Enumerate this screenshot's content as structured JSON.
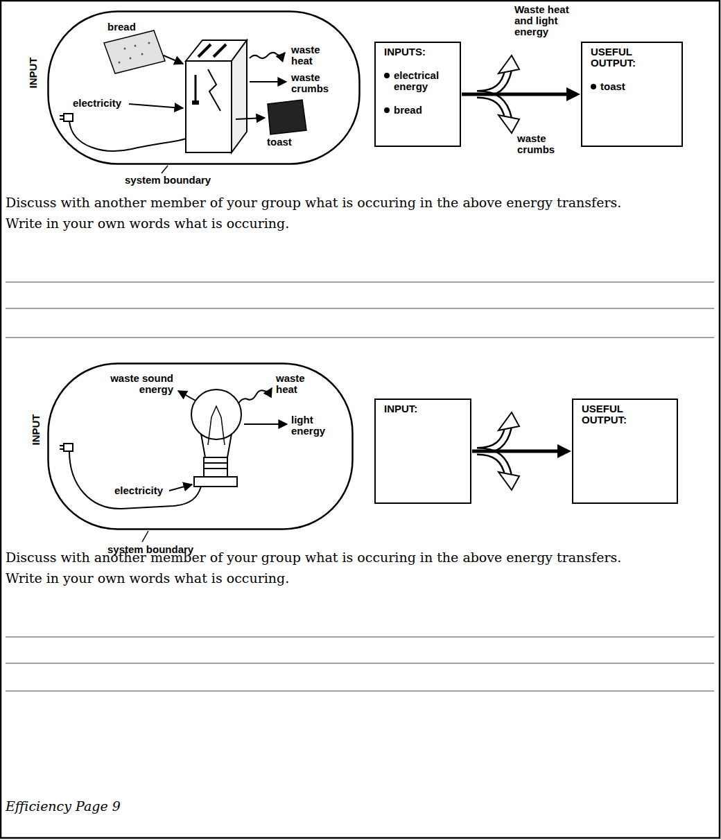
{
  "diagram": {
    "nodes": [
      {
        "text": [
          "bread",
          "electricity",
          "waste heat",
          "waste crumbs",
          "toast"
        ]
      },
      {
        "text": [
          "INPUTS:",
          "electrical energy",
          "bread"
        ]
      },
      {
        "text": [
          "USEFUL OUTPUT:",
          "toast"
        ]
      },
      {
        "text": [
          "waste sound energy",
          "waste heat",
          "light energy",
          "electricity"
        ]
      },
      {
        "text": [
          "INPUT:"
        ]
      },
      {
        "text": [
          "USEFUL OUTPUT:"
        ]
      }
    ],
    "edges": [
      {
        "from": 1,
        "to": 2,
        "arrow": "to"
      },
      {
        "from": 4,
        "to": 5,
        "arrow": "to"
      }
    ],
    "labels": [
      "INPUT",
      "system boundary",
      "Waste heat and light energy",
      "waste crumbs",
      "Discuss with another member of your group what is occuring in the above energy transfers.",
      "Write in your own words what is occuring.",
      "INPUT",
      "system boundary",
      "Discuss with another member of your group what is occuring in the above energy transfers.",
      "Write in your own words what is occuring.",
      "Efficiency Page 9"
    ]
  }
}
